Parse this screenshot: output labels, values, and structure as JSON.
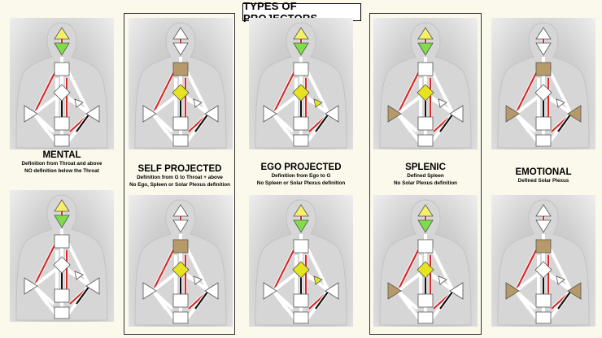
{
  "title": "TYPES OF PROJECTORS",
  "projectors": [
    {
      "id": "mental",
      "name": "MENTAL",
      "lines": [
        "Definition from Throat and above",
        "NO definition below the Throat"
      ]
    },
    {
      "id": "self-projected",
      "name": "SELF PROJECTED",
      "lines": [
        "Definition from G to Throat + above",
        "No Ego, Spleen or Solar Plexus definition"
      ]
    },
    {
      "id": "ego-projected",
      "name": "EGO PROJECTED",
      "lines": [
        "Definition from Ego to G",
        "No Spleen or Solar Plexus definition"
      ]
    },
    {
      "id": "splenic",
      "name": "SPLENIC",
      "lines": [
        "Defined Spleen",
        "No Solar Plexus definition"
      ]
    },
    {
      "id": "emotional",
      "name": "EMOTIONAL",
      "lines": [
        "Defined Solar Plexus"
      ]
    }
  ],
  "colors": {
    "background": "#fbf9ec",
    "head_defined": "#f4f06a",
    "ajna_defined": "#7fdc4a",
    "center_defined": "#e6e31f",
    "center_motor": "#b79a6a",
    "channel_red": "#d42a2a",
    "channel_black": "#111111"
  }
}
